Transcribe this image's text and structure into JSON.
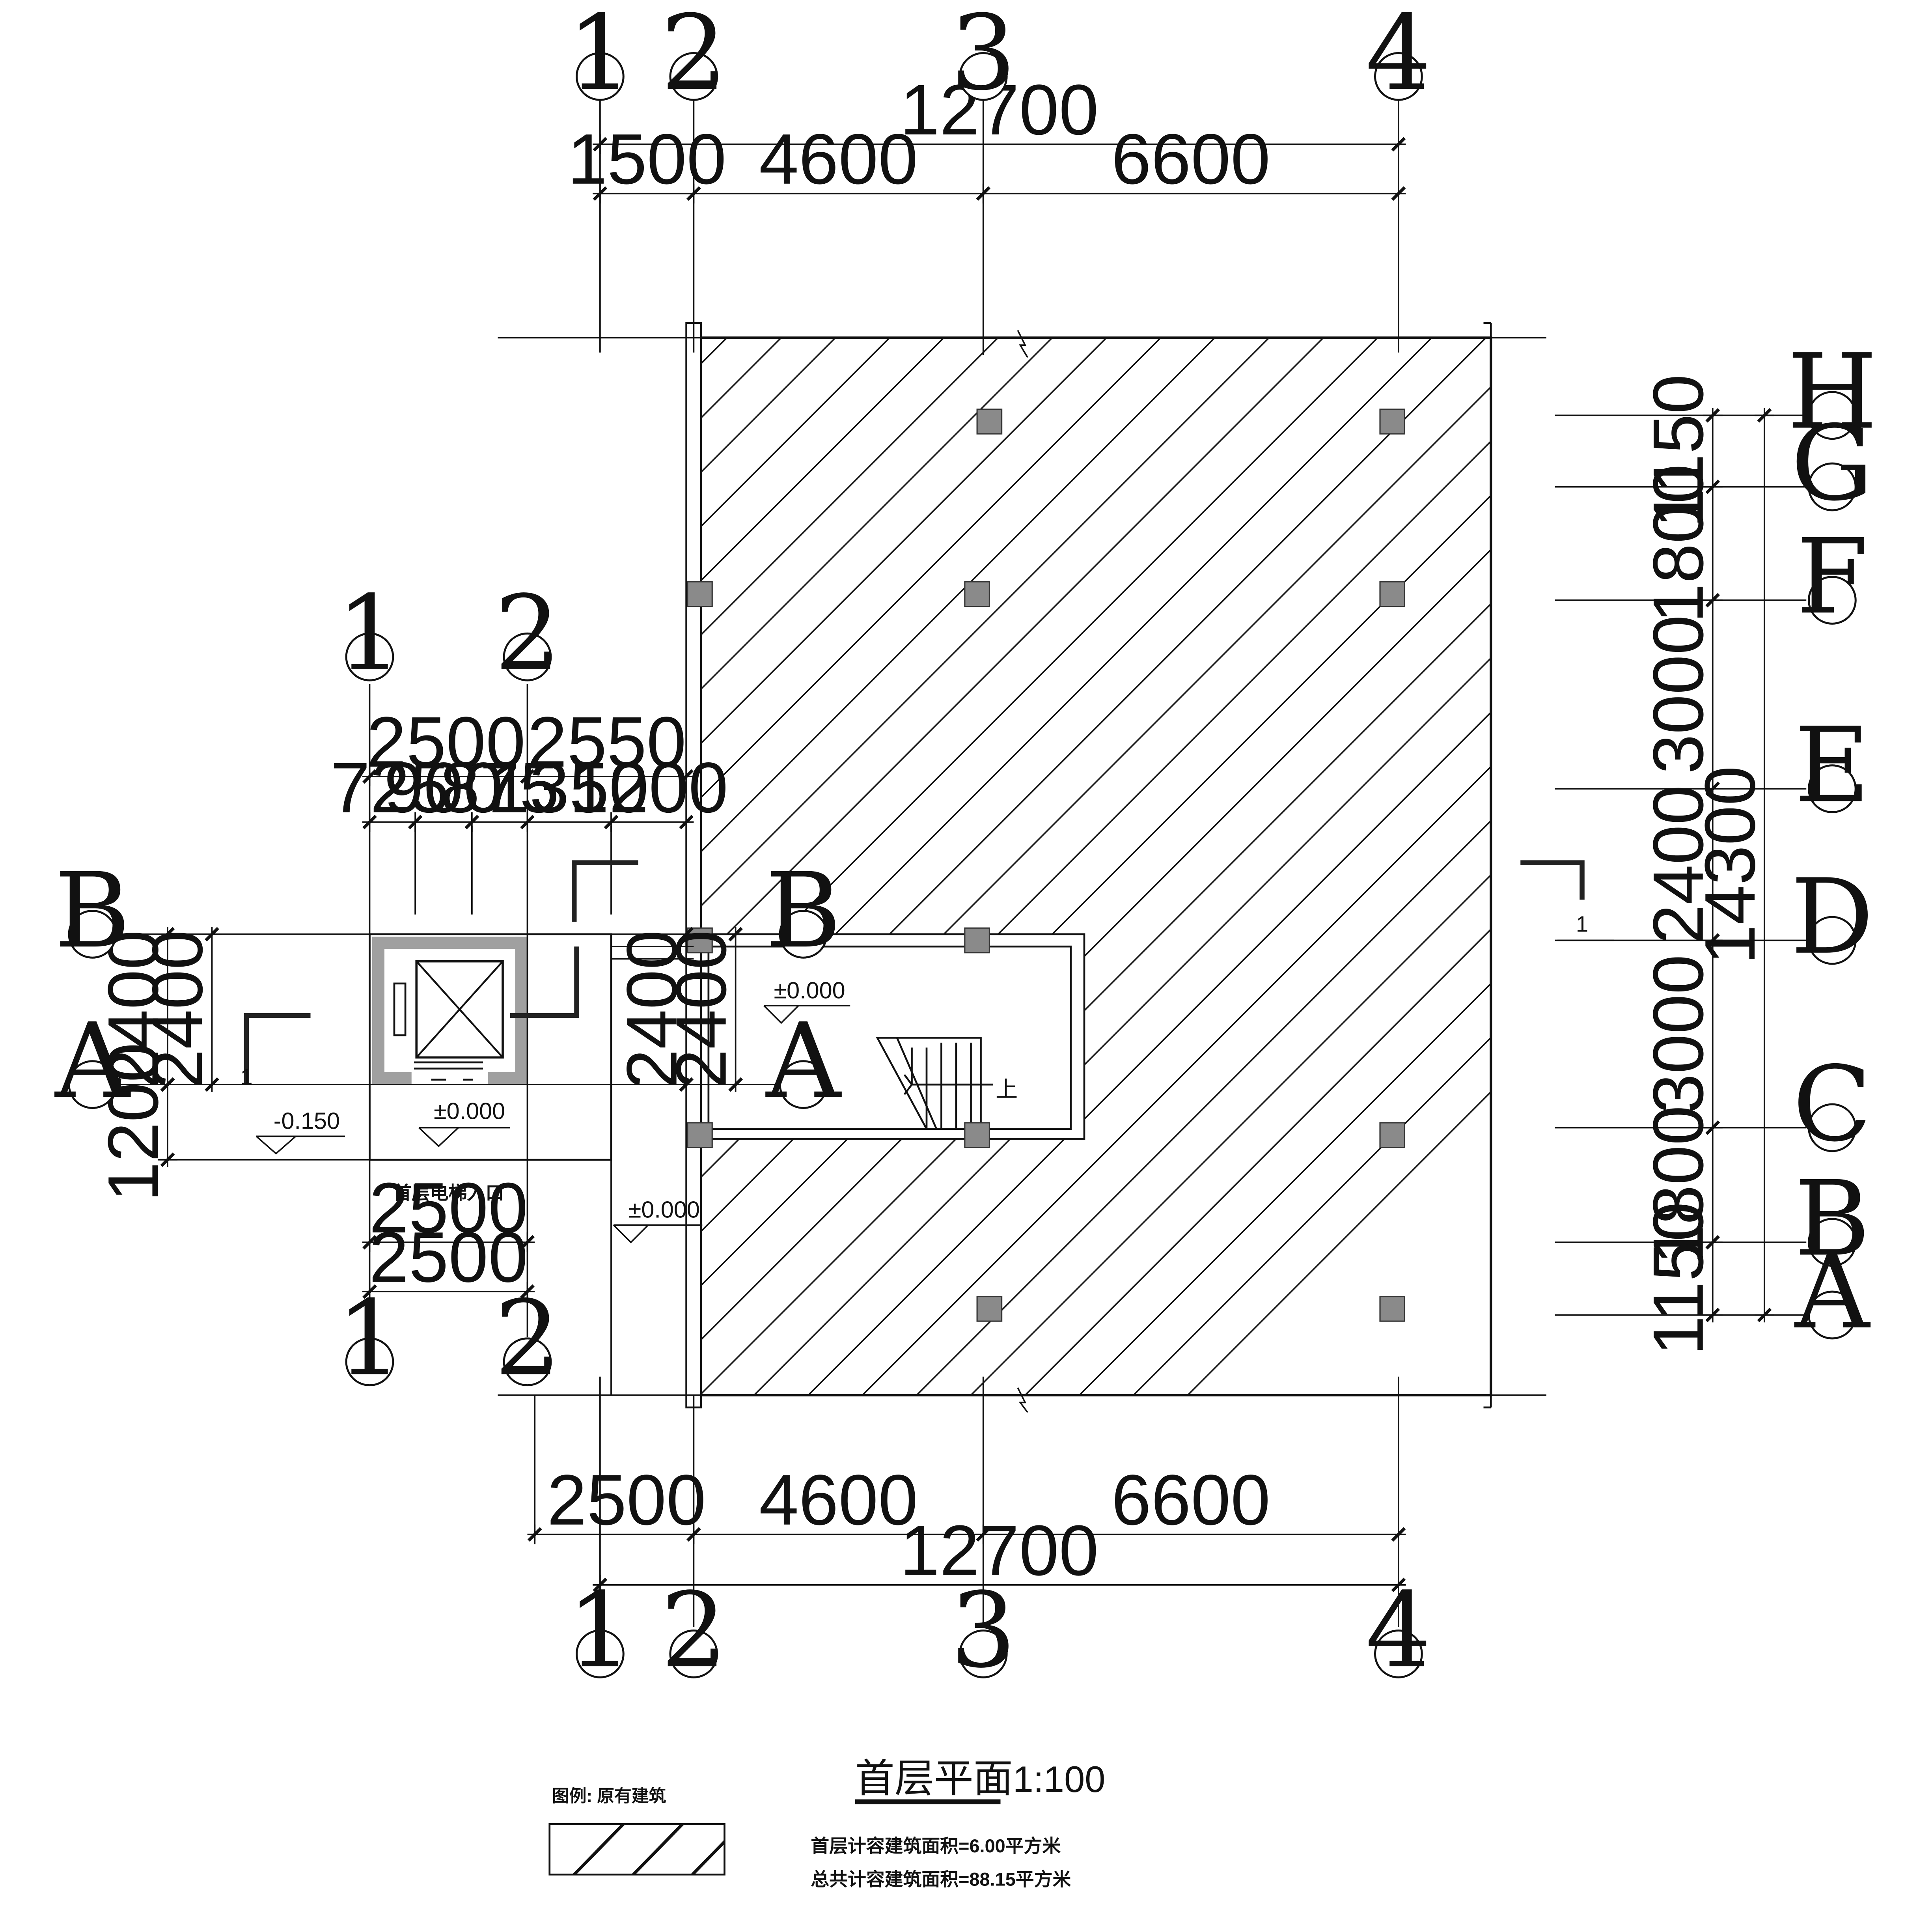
{
  "drawing": {
    "title": "首层平面",
    "scale": "1:100",
    "legend_label": "图例: 原有建筑",
    "area_first_floor": "首层计容建筑面积=6.00平方米",
    "area_total": "总共计容建筑面积=88.15平方米",
    "elevator_entrance": "首层电梯入口",
    "stair_up": "上",
    "section_mark": "1"
  },
  "levels": [
    "±0.000",
    "±0.000",
    "±0.000",
    "-0.150"
  ],
  "axes": {
    "main_columns": [
      "1",
      "2",
      "3",
      "4"
    ],
    "main_rows": [
      "H",
      "G",
      "F",
      "E",
      "D",
      "C",
      "B",
      "A"
    ],
    "annex_columns": [
      "1",
      "2"
    ],
    "annex_rows": [
      "B",
      "A"
    ]
  },
  "dimensions": {
    "top_total": "12700",
    "top_segments": [
      "1500",
      "4600",
      "6600"
    ],
    "bottom_segments": [
      "2500",
      "4600",
      "6600"
    ],
    "bottom_total": "12700",
    "right_segments": [
      "1150",
      "1800",
      "3000",
      "2400",
      "3000",
      "1800",
      "1150"
    ],
    "right_total": "14300",
    "annex_top_major": [
      "2500",
      "2550"
    ],
    "annex_top_minor": [
      "725",
      "900",
      "875",
      "1350",
      "1200"
    ],
    "annex_left": [
      "2400",
      "2400",
      "1200"
    ],
    "annex_inner": [
      "2400",
      "2400"
    ],
    "annex_bottom": [
      "2500",
      "2500"
    ]
  },
  "colors": {
    "line": "#111111",
    "column_fill": "#8a8a8a",
    "wall_gray": "#a0a0a0"
  }
}
